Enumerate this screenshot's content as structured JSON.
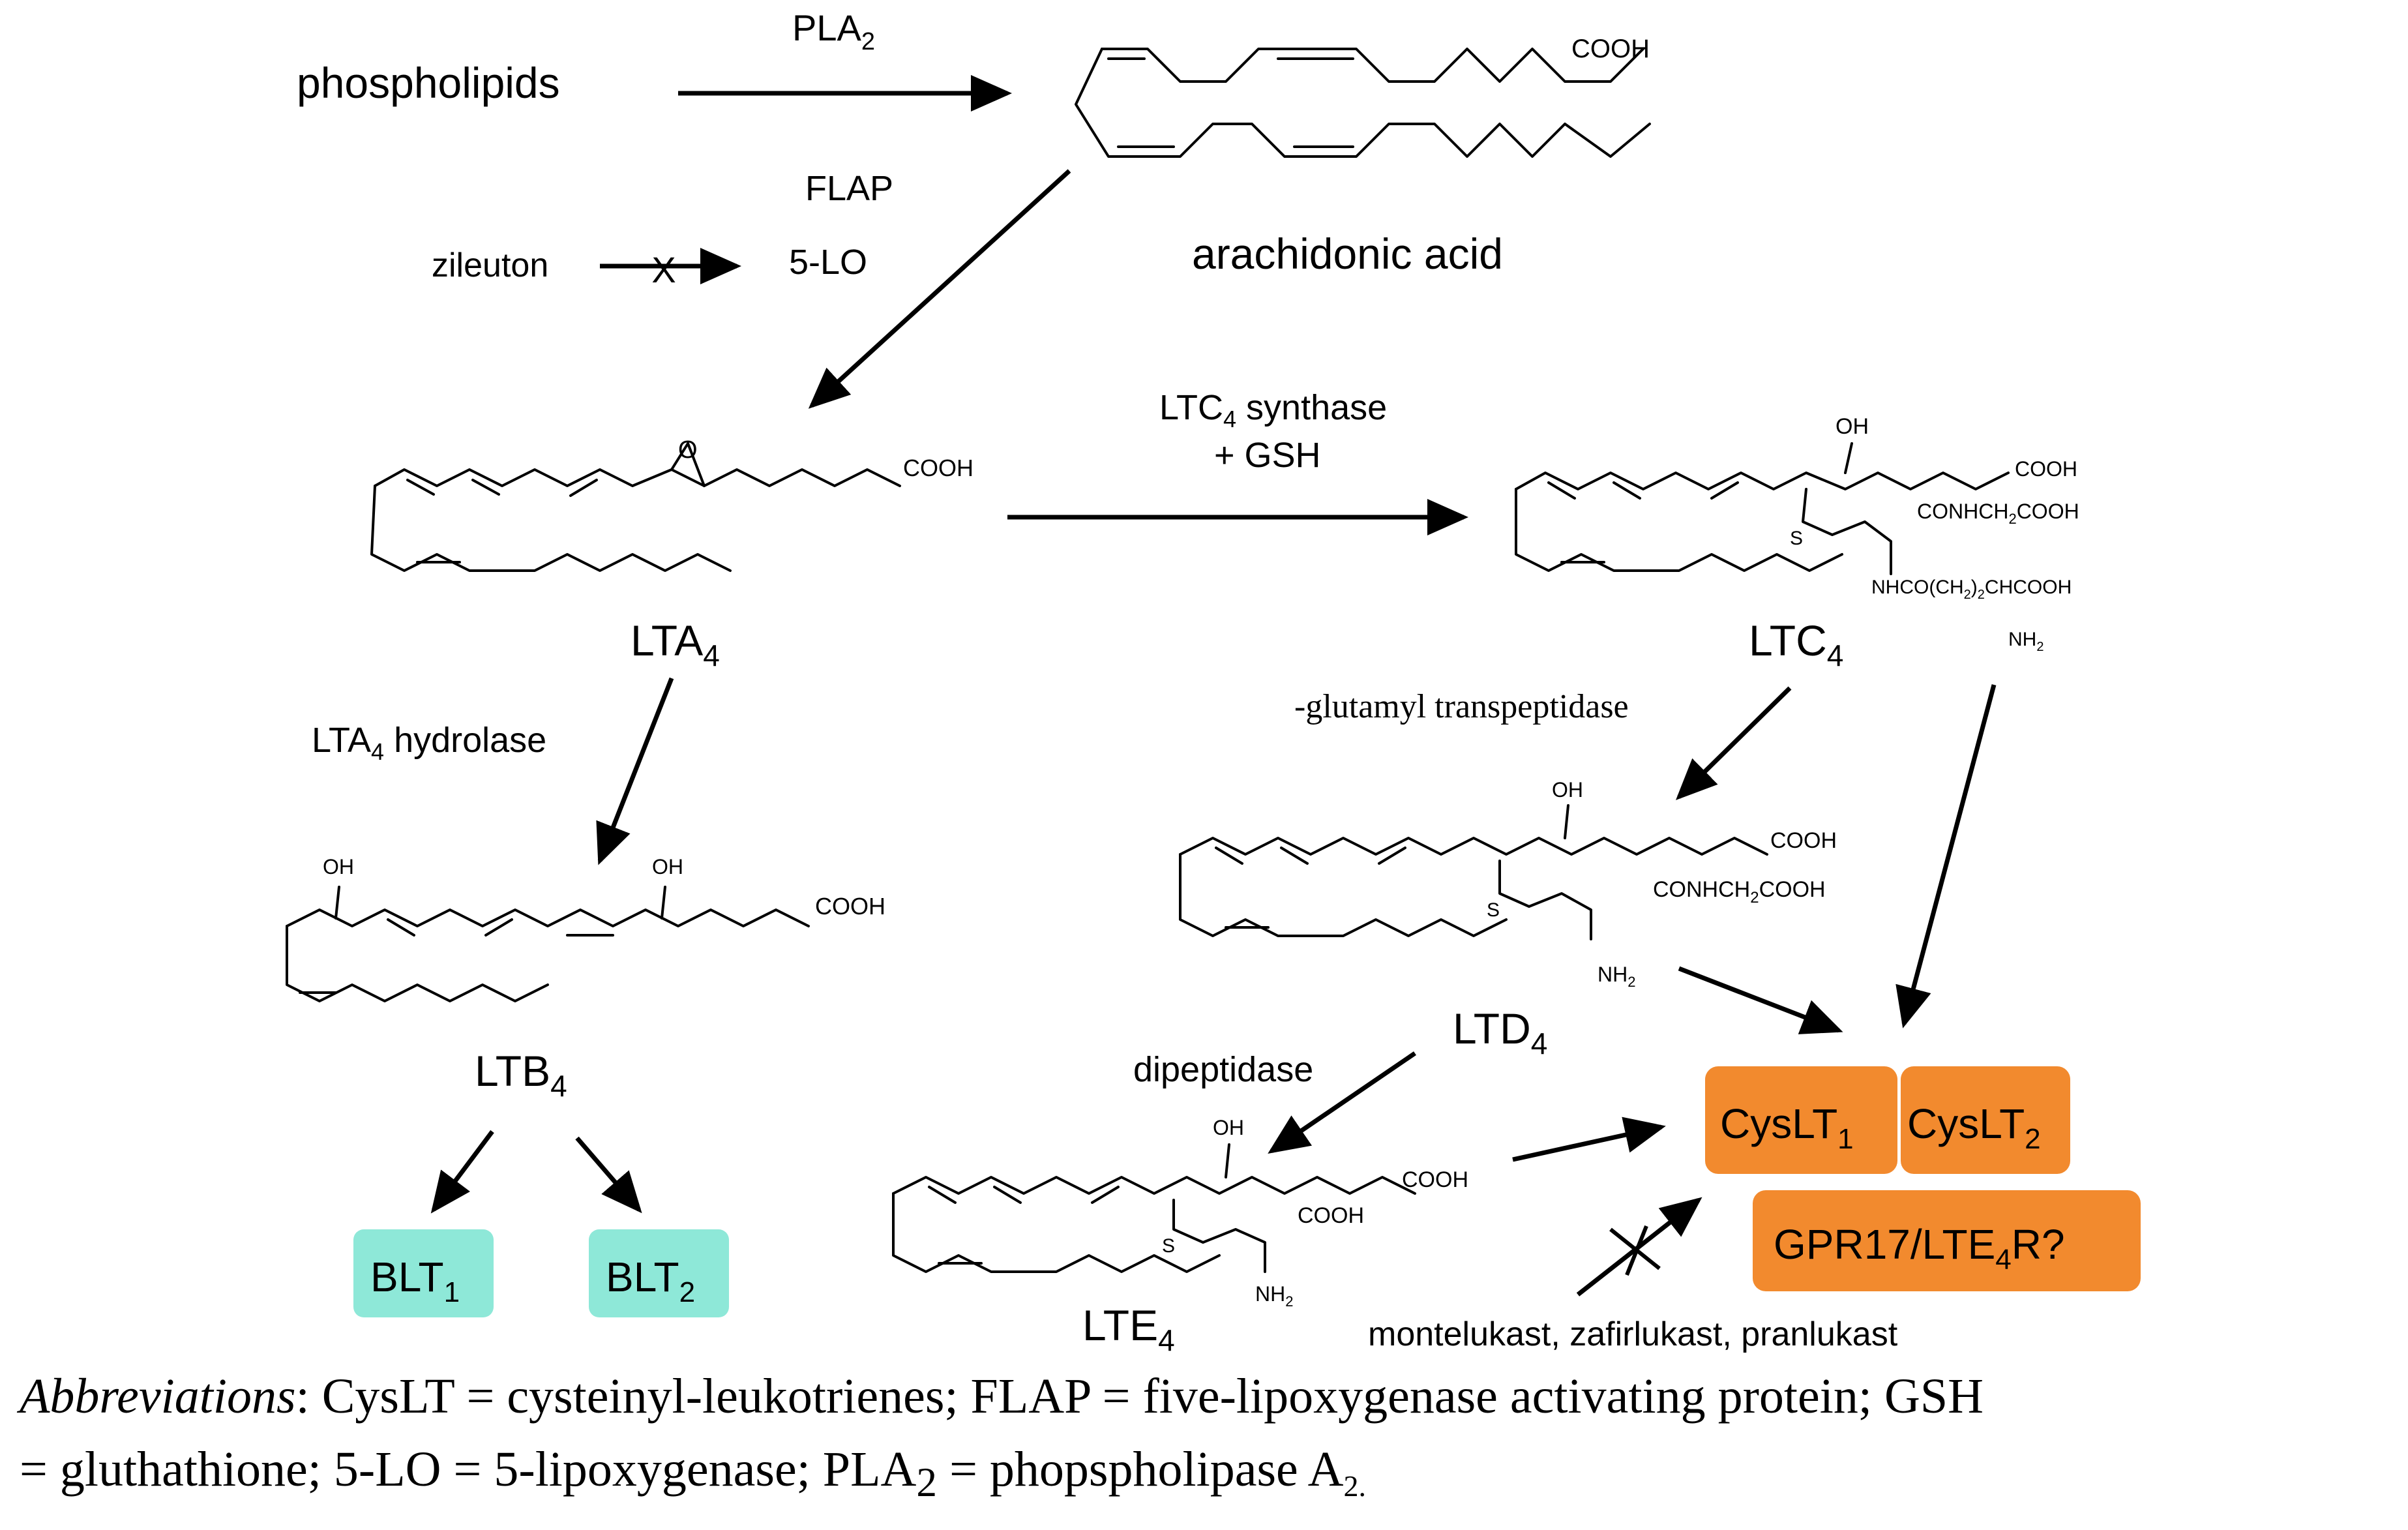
{
  "nodes": {
    "phospholipids": "phospholipids",
    "pla2": {
      "base": "PLA",
      "sub": "2"
    },
    "flap": "FLAP",
    "zileuton": "zileuton",
    "five_lo": "5-LO",
    "block_mark": "X",
    "arachidonic_acid": "arachidonic acid",
    "lta4": {
      "base": "LTA",
      "sub": "4"
    },
    "ltc4_synthase": {
      "base": "LTC",
      "sub": "4",
      "rest": " synthase"
    },
    "gsh": "+ GSH",
    "ltc4": {
      "base": "LTC",
      "sub": "4"
    },
    "lta4_hydrolase": {
      "base": "LTA",
      "sub": "4",
      "rest": " hydrolase"
    },
    "glutamyl": "-glutamyl transpeptidase",
    "ltb4": {
      "base": "LTB",
      "sub": "4"
    },
    "ltd4": {
      "base": "LTD",
      "sub": "4"
    },
    "dipeptidase": "dipeptidase",
    "lte4": {
      "base": "LTE",
      "sub": "4"
    },
    "antagonists": "montelukast, zafirlukast, pranlukast"
  },
  "molecule_labels": {
    "cooh": "COOH",
    "oh": "OH",
    "o": "O",
    "s": "S",
    "nh2": {
      "base": "NH",
      "sub": "2"
    },
    "conhch2cooh": {
      "base": "CONHCH",
      "sub": "2",
      "rest": "COOH"
    },
    "nhco": {
      "base": "NHCO(CH",
      "sub": "2",
      "rest": ")",
      "sub2": "2",
      "rest2": "CHCOOH"
    }
  },
  "receptors": {
    "blt1": {
      "base": "BLT",
      "sub": "1",
      "color": "#8ee8d8"
    },
    "blt2": {
      "base": "BLT",
      "sub": "2",
      "color": "#8ee8d8"
    },
    "cyslt1": {
      "base": "CysLT",
      "sub": "1",
      "color": "#f28a2e"
    },
    "cyslt2": {
      "base": "CysLT",
      "sub": "2",
      "color": "#f28a2e"
    },
    "gpr17": {
      "base": "GPR17/LTE",
      "sub": "4",
      "rest": "R?",
      "color": "#f28a2e"
    }
  },
  "footer": {
    "label": "Abbreviations",
    "line1": ": CysLT = cysteinyl-leukotrienes; FLAP = five-lipoxygenase activating protein; GSH",
    "line2a": "= gluthathione; 5-LO = 5-lipoxygenase; PLA",
    "line2_sub": "2",
    "line2b": " = phopspholipase A",
    "line2_sub2": "2."
  }
}
